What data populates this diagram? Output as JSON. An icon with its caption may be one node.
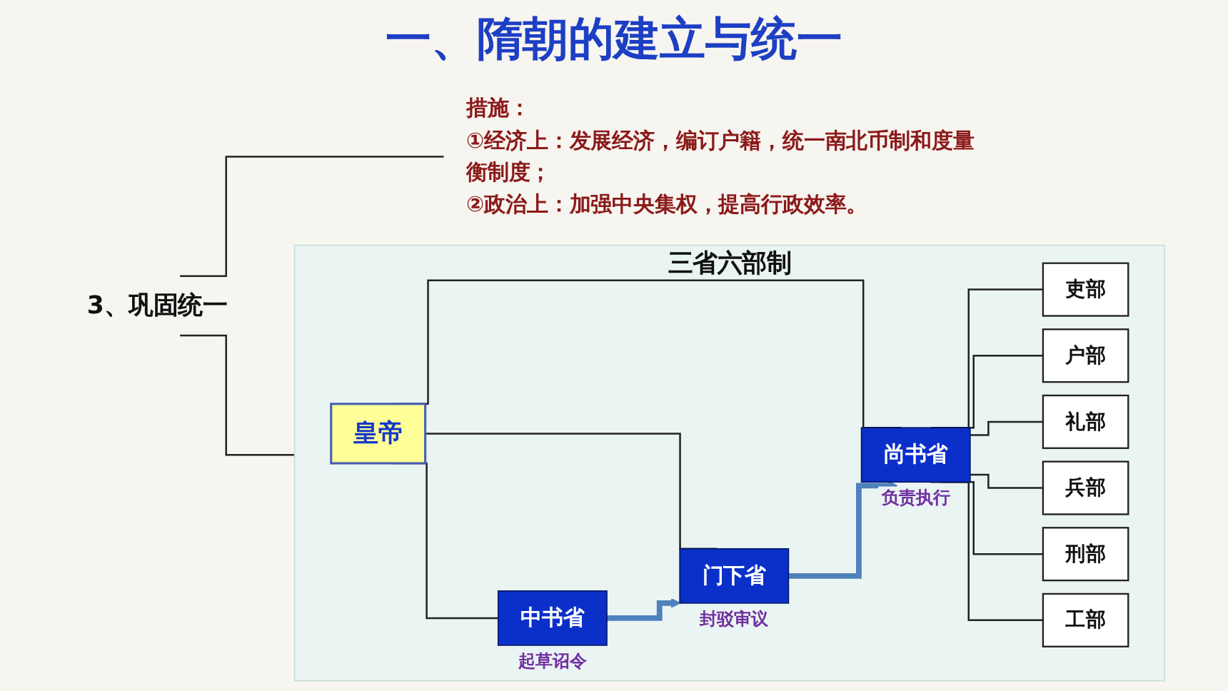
{
  "diagram": {
    "title": "一、隋朝的建立与统一",
    "nodes": [
      {
        "text": [
          "3、巩固统一"
        ]
      },
      {
        "text": [
          "措施：",
          "①经济上：发展经济，编订户籍，统一南北币制和度量衡制度；",
          "②政治上：加强中央集权，提高行政效率。"
        ]
      },
      {
        "text": [
          "三省六部制"
        ]
      },
      {
        "text": [
          "皇帝"
        ],
        "in": 2
      },
      {
        "text": [
          "中书省"
        ],
        "in": 2,
        "beside": [
          "起草诏令"
        ]
      },
      {
        "text": [
          "门下省"
        ],
        "in": 2,
        "beside": [
          "封驳审议"
        ]
      },
      {
        "text": [
          "尚书省"
        ],
        "in": 2,
        "beside": [
          "负责执行"
        ]
      },
      {
        "text": [
          "吏部"
        ],
        "in": 2
      },
      {
        "text": [
          "户部"
        ],
        "in": 2
      },
      {
        "text": [
          "礼部"
        ],
        "in": 2
      },
      {
        "text": [
          "兵部"
        ],
        "in": 2
      },
      {
        "text": [
          "刑部"
        ],
        "in": 2
      },
      {
        "text": [
          "工部"
        ],
        "in": 2
      }
    ],
    "edges": [
      {
        "from": 0,
        "to": 1,
        "arrow": "none"
      },
      {
        "from": 0,
        "to": 2,
        "arrow": "none"
      },
      {
        "from": 3,
        "to": 4,
        "arrow": "none"
      },
      {
        "from": 3,
        "to": 5,
        "arrow": "none"
      },
      {
        "from": 3,
        "to": 6,
        "arrow": "none"
      },
      {
        "from": 4,
        "to": 5,
        "arrow": "to",
        "style": "thick",
        "color": "#4f81bd"
      },
      {
        "from": 5,
        "to": 6,
        "arrow": "to",
        "style": "thick",
        "color": "#4f81bd"
      },
      {
        "from": 6,
        "to": 7,
        "arrow": "none"
      },
      {
        "from": 6,
        "to": 8,
        "arrow": "none"
      },
      {
        "from": 6,
        "to": 9,
        "arrow": "none"
      },
      {
        "from": 6,
        "to": 10,
        "arrow": "none"
      },
      {
        "from": 6,
        "to": 11,
        "arrow": "none"
      },
      {
        "from": 6,
        "to": 12,
        "arrow": "none"
      }
    ]
  }
}
